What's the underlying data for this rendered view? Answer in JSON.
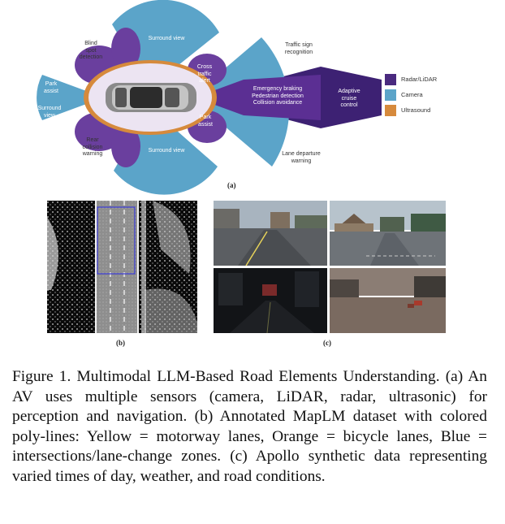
{
  "panel_a": {
    "sensor_labels": {
      "blind_spot": "Blind\nspot\ndetection",
      "surround_top": "Surround view",
      "traffic_sign": "Traffic sign\nrecognition",
      "park_assist_left": "Park\nassist",
      "surround_left": "Surround\nview",
      "cross_traffic": "Cross\ntraffic\nalert",
      "emergency": "Emergency braking\nPedestrian detection\nCollision avoidance",
      "adaptive_cruise": "Adaptive\ncruise\ncontrol",
      "park_assist_right": "Park\nassist",
      "rear_collision": "Rear\ncollision\nwarning",
      "surround_bottom": "Surround view",
      "lane_departure": "Lane departure\nwarning"
    },
    "legend": [
      {
        "label": "Radar/LiDAR",
        "color": "#4a2a7f"
      },
      {
        "label": "Camera",
        "color": "#5ba4c9"
      },
      {
        "label": "Ultrasound",
        "color": "#d68a3c"
      }
    ],
    "sublabel": "(a)"
  },
  "panel_b": {
    "sublabel": "(b)"
  },
  "panel_c": {
    "sublabel": "(c)"
  },
  "caption": "Figure 1. Multimodal LLM-Based Road Elements Understanding. (a) An AV uses multiple sensors (camera, LiDAR, radar, ultrasonic) for perception and navigation. (b) Annotated MapLM dataset with colored poly-lines: Yellow = motorway lanes, Orange = bicycle lanes, Blue = intersections/lane-change zones. (c) Apollo synthetic data representing varied times of day, weather, and road conditions.",
  "colors": {
    "radar": "#4a2a7f",
    "radar_mid": "#6a3f9e",
    "camera": "#5ba4c9",
    "ultrasound": "#d68a3c"
  }
}
